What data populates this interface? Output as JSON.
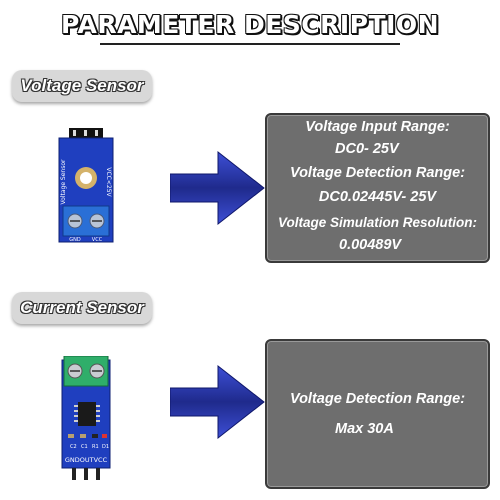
{
  "title": "PARAMETER DESCRIPTION",
  "voltage_section": {
    "label": "Voltage Sensor",
    "module_text": {
      "left": "Voltage Sensor",
      "right": "VCC<25V",
      "gnd": "GND",
      "vcc": "VCC"
    },
    "specs": {
      "input_range_label": "Voltage Input Range:",
      "input_range_value": "DC0- 25V",
      "detection_range_label": "Voltage Detection Range:",
      "detection_range_value": "DC0.02445V- 25V",
      "resolution_label": "Voltage Simulation Resolution:",
      "resolution_value": "0.00489V"
    }
  },
  "current_section": {
    "label": "Current Sensor",
    "module_text": {
      "pins": "GNDOUTVCC",
      "c1": "C1",
      "c2": "C2",
      "r1": "R1",
      "d1": "D1"
    },
    "specs": {
      "detection_range_label": "Voltage Detection Range:",
      "detection_range_value": "Max 30A"
    }
  },
  "colors": {
    "panel": "#6e6e6e",
    "arrow_dark": "#1f2a8c",
    "arrow_light": "#3d4fd6",
    "pcb_blue": "#1f3fbf",
    "terminal_blue": "#2a6fd6",
    "terminal_green": "#2fae6a"
  }
}
